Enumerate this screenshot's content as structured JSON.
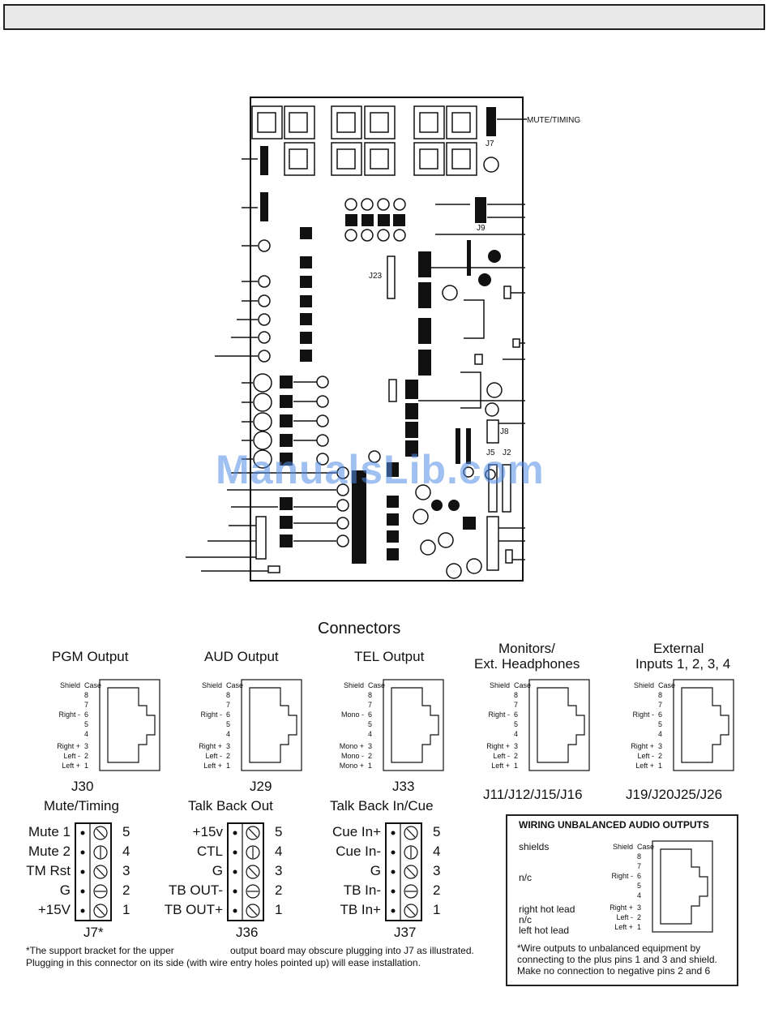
{
  "header": {
    "text": ""
  },
  "board": {
    "labels": {
      "mute_timing": "MUTE/TIMING",
      "j7": "J7",
      "j9": "J9",
      "j23": "J23",
      "j8": "J8",
      "j5": "J5",
      "j2": "J2"
    }
  },
  "watermark": "ManualsLib.com",
  "connectors_title": "Connectors",
  "rj_connectors": [
    {
      "title": "PGM Output",
      "title2": "",
      "jack": "J30",
      "pins": [
        "Shield",
        "Case",
        "8",
        "7",
        "Right -",
        "6",
        "5",
        "4",
        "Right +",
        "3",
        "Left -",
        "2",
        "Left +",
        "1"
      ]
    },
    {
      "title": "AUD Output",
      "title2": "",
      "jack": "J29",
      "pins": [
        "Shield",
        "Case",
        "8",
        "7",
        "Right -",
        "6",
        "5",
        "4",
        "Right +",
        "3",
        "Left -",
        "2",
        "Left +",
        "1"
      ]
    },
    {
      "title": "TEL Output",
      "title2": "",
      "jack": "J33",
      "pins": [
        "Shield",
        "Case",
        "8",
        "7",
        "Mono -",
        "6",
        "5",
        "4",
        "Mono +",
        "3",
        "Mono -",
        "2",
        "Mono +",
        "1"
      ]
    },
    {
      "title": "Monitors/",
      "title2": "Ext. Headphones",
      "jack": "J11/J12/J15/J16",
      "pins": [
        "Shield",
        "Case",
        "8",
        "7",
        "Right -",
        "6",
        "5",
        "4",
        "Right +",
        "3",
        "Left -",
        "2",
        "Left +",
        "1"
      ]
    },
    {
      "title": "External",
      "title2": "Inputs 1, 2, 3, 4",
      "jack": "J19/J20J25/J26",
      "pins": [
        "Shield",
        "Case",
        "8",
        "7",
        "Right -",
        "6",
        "5",
        "4",
        "Right +",
        "3",
        "Left -",
        "2",
        "Left +",
        "1"
      ]
    }
  ],
  "terminal_blocks": [
    {
      "title": "Mute/Timing",
      "jack": "J7*",
      "labels": [
        "Mute 1",
        "Mute 2",
        "TM Rst",
        "G",
        "+15V"
      ],
      "numbers": [
        "5",
        "4",
        "3",
        "2",
        "1"
      ]
    },
    {
      "title": "Talk Back Out",
      "jack": "J36",
      "labels": [
        "+15v",
        "CTL",
        "G",
        "TB OUT-",
        "TB OUT+"
      ],
      "numbers": [
        "5",
        "4",
        "3",
        "2",
        "1"
      ]
    },
    {
      "title": "Talk Back In/Cue",
      "jack": "J37",
      "labels": [
        "Cue In+",
        "Cue In-",
        "G",
        "TB In-",
        "TB In+"
      ],
      "numbers": [
        "5",
        "4",
        "3",
        "2",
        "1"
      ]
    }
  ],
  "footnote": {
    "line1a": "*The support bracket for the upper",
    "line1b": "output board may obscure plugging into J7 as illustrated.",
    "line2": "Plugging in this connector on its side (with wire entry holes pointed up) will ease installation."
  },
  "wiring_box": {
    "title": "WIRING UNBALANCED AUDIO OUTPUTS",
    "left_labels": [
      "shields",
      "n/c",
      "right hot lead",
      "n/c",
      "left hot lead"
    ],
    "pins": [
      "Shield",
      "Case",
      "8",
      "7",
      "Right -",
      "6",
      "5",
      "4",
      "Right +",
      "3",
      "Left -",
      "2",
      "Left +",
      "1"
    ],
    "note1": "*Wire outputs to unbalanced equipment by",
    "note2": "connecting to the plus pins 1 and 3 and shield.",
    "note3": "Make no connection to negative pins 2 and 6"
  }
}
